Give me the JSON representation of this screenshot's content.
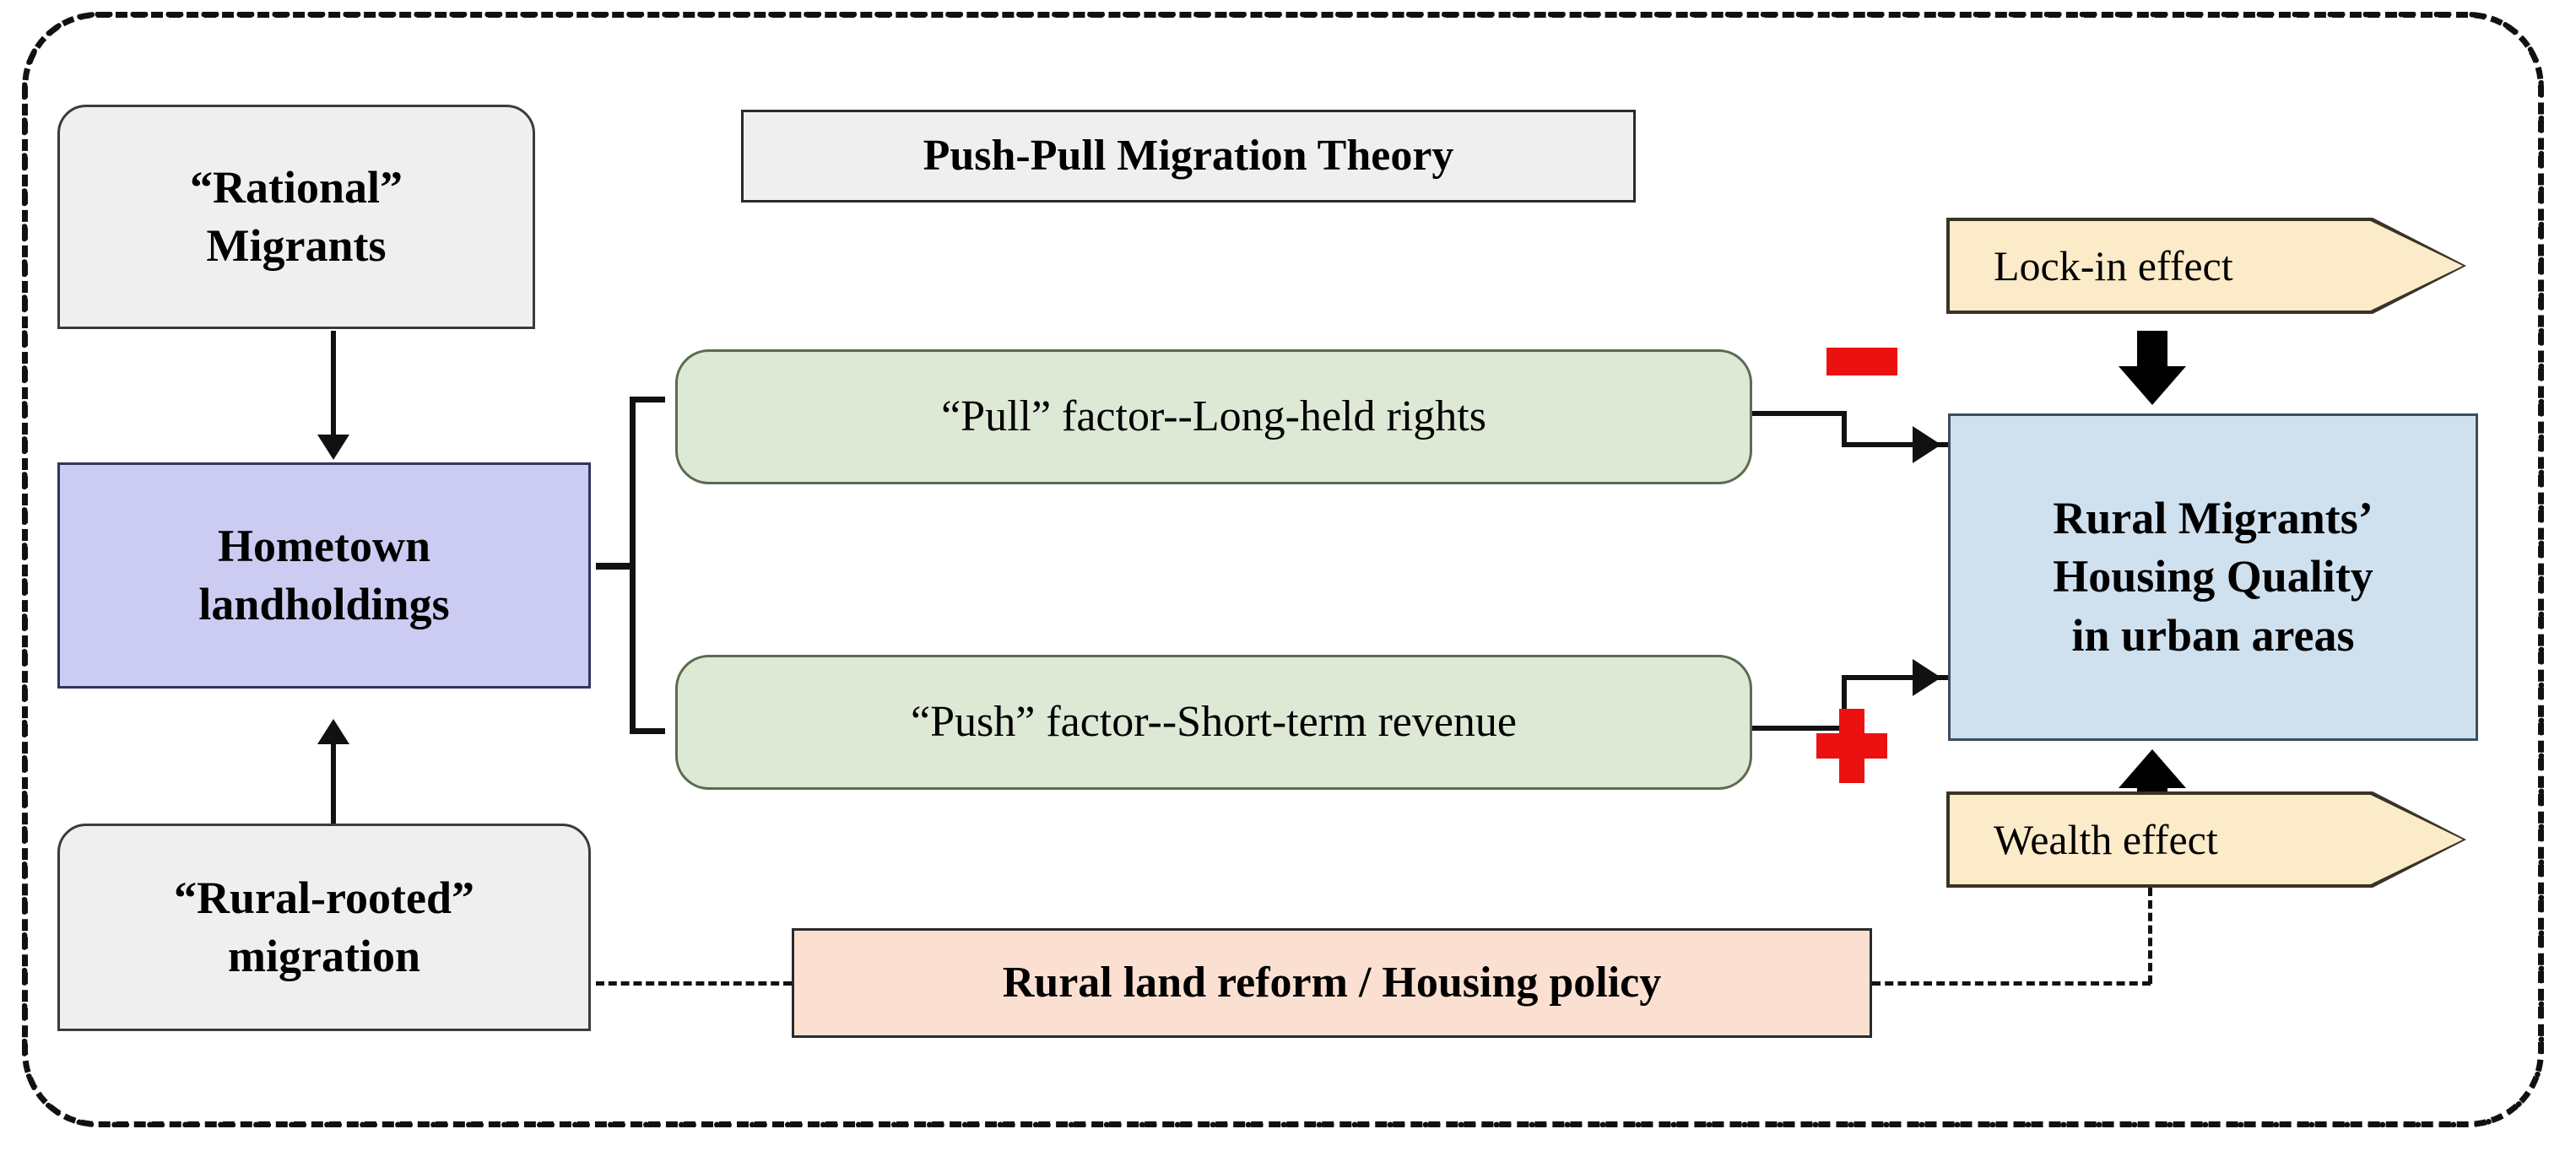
{
  "diagram": {
    "title_box": {
      "label": "Push-Pull Migration Theory"
    },
    "nodes": {
      "rational_migrants": {
        "label_line1": "“Rational”",
        "label_line2": "Migrants",
        "color": "#efefef"
      },
      "hometown_landholdings": {
        "label_line1": "Hometown",
        "label_line2": "landholdings",
        "color": "#ccccf2"
      },
      "rural_rooted_migration": {
        "label_line1": "“Rural-rooted”",
        "label_line2": "migration",
        "color": "#efefef"
      },
      "pull_factor": {
        "label": "“Pull” factor--Long-held rights",
        "color": "#dde8d5"
      },
      "push_factor": {
        "label": "“Push” factor--Short-term revenue",
        "color": "#dde8d5"
      },
      "housing_quality": {
        "label_line1": "Rural Migrants’",
        "label_line2": "Housing Quality",
        "label_line3": "in urban areas",
        "color": "#cfe0ef"
      },
      "lock_in_effect": {
        "label": "Lock-in effect",
        "color": "#fcebc9"
      },
      "wealth_effect": {
        "label": "Wealth effect",
        "color": "#fcebc9"
      },
      "policy": {
        "label": "Rural land reform / Housing policy",
        "color": "#fbe0d2"
      }
    },
    "symbols": {
      "negative": {
        "name": "minus-sign",
        "glyph": "−",
        "color": "#ec1111"
      },
      "positive": {
        "name": "plus-sign",
        "glyph": "+",
        "color": "#ec1111"
      }
    }
  }
}
